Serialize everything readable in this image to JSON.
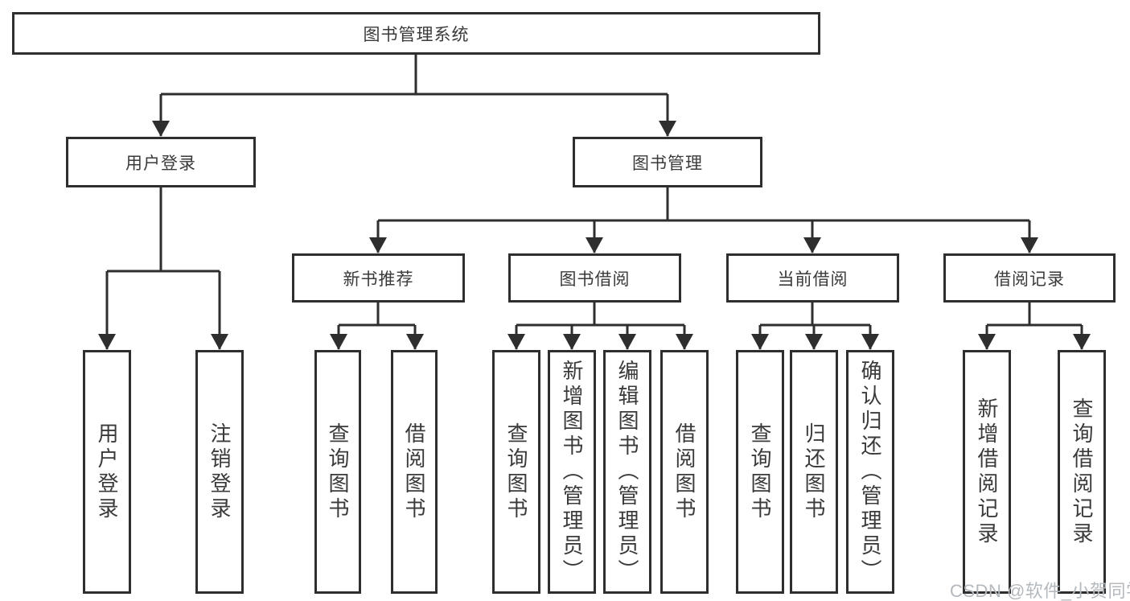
{
  "colors": {
    "line": "#2e2e2e",
    "box_border": "#2e2e2e",
    "text": "#3a3a3a",
    "watermark": "#b4b9be",
    "background": "#ffffff"
  },
  "tree": {
    "root": "图书管理系统",
    "branches": [
      {
        "label": "用户登录",
        "children": [
          "用户登录",
          "注销登录"
        ]
      },
      {
        "label": "图书管理",
        "groups": [
          {
            "label": "新书推荐",
            "children": [
              "查询图书",
              "借阅图书"
            ]
          },
          {
            "label": "图书借阅",
            "children": [
              "查询图书",
              "新增图书（管理员）",
              "编辑图书（管理员）",
              "借阅图书"
            ]
          },
          {
            "label": "当前借阅",
            "children": [
              "查询图书",
              "归还图书",
              "确认归还（管理员）"
            ]
          },
          {
            "label": "借阅记录",
            "children": [
              "新增借阅记录",
              "查询借阅记录"
            ]
          }
        ]
      }
    ]
  },
  "watermark": {
    "text": "CSDN @软件_小贺同学"
  }
}
